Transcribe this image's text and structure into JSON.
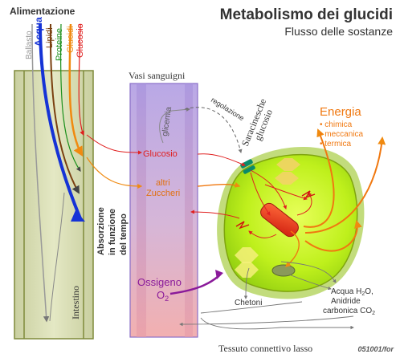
{
  "header": {
    "title": "Metabolismo dei glucidi",
    "subtitle": "Flusso delle sostanze"
  },
  "alimentazione": {
    "label": "Alimentazione",
    "items": [
      {
        "label": "Ballasto",
        "color": "#999999"
      },
      {
        "label": "Acqua",
        "color": "#1533d6"
      },
      {
        "label": "Lipidi",
        "color": "#7a4010"
      },
      {
        "label": "Proteine",
        "color": "#1a8f1a"
      },
      {
        "label": "Glucidi",
        "color": "#f08a10"
      },
      {
        "label": "Glucosio",
        "color": "#e02020"
      }
    ]
  },
  "intestino": {
    "label": "Intestino",
    "absorption": [
      "Absorzione",
      "in funzione",
      "del tempo"
    ]
  },
  "vasi": {
    "label": "Vasi sanguigni",
    "glucosio": "Glucosio",
    "altri": [
      "altri",
      "Zuccheri"
    ],
    "glicemia": "glicemia",
    "regolazione": "regolazione",
    "ossigeno": "Ossigeno",
    "o2": "O",
    "o2_sub": "2"
  },
  "cellula": {
    "saracinesche": [
      "Saracinesche",
      "glucosio"
    ]
  },
  "energia": {
    "title": "Energia",
    "items": [
      "• chimica",
      "• meccanica",
      "• termica"
    ],
    "color": "#f07810"
  },
  "outputs": {
    "chetoni": "Chetoni",
    "acqua": "Acqua H",
    "acqua_sub": "2",
    "acqua_end": "O,",
    "anidride": "Anidride",
    "carbonica": "carbonica CO",
    "carbonica_sub": "2"
  },
  "footer": {
    "tessuto": "Tessuto connettivo lasso",
    "code": "051001/for"
  }
}
